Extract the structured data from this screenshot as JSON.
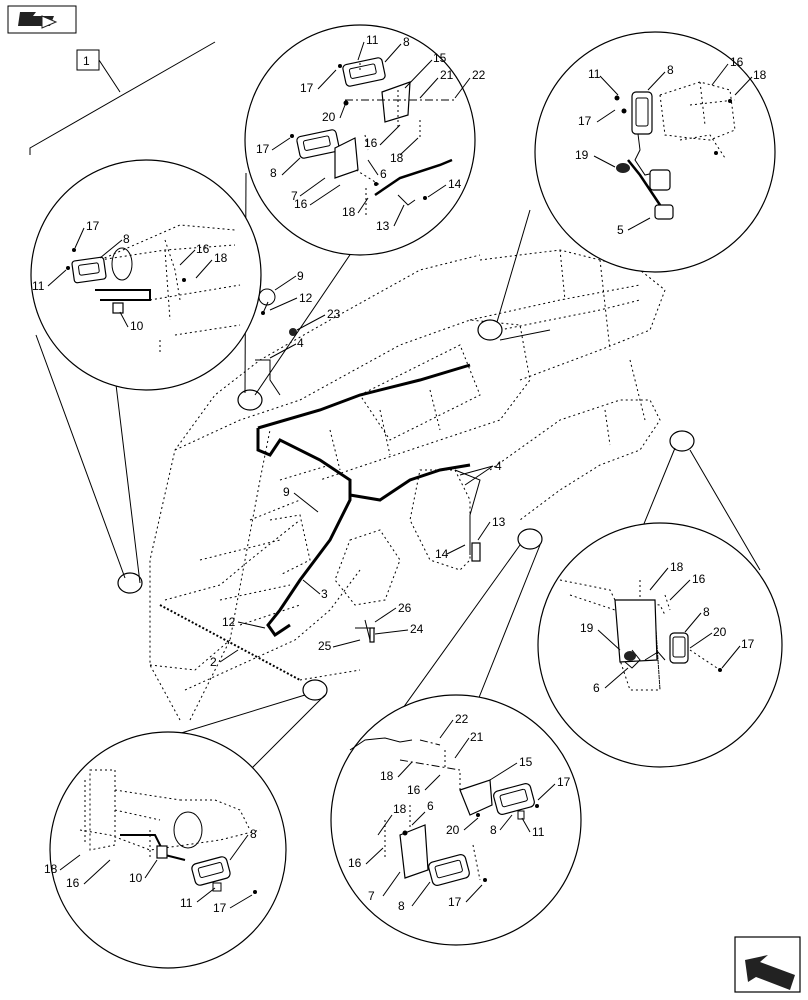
{
  "ref_box": "1",
  "callouts": {
    "c1": [
      "17",
      "8",
      "11",
      "10",
      "16",
      "18"
    ],
    "c2": [
      "11",
      "8",
      "17",
      "15",
      "21",
      "22",
      "20",
      "17",
      "16",
      "8",
      "18",
      "6",
      "7",
      "16",
      "18",
      "13",
      "14"
    ],
    "c3": [
      "11",
      "8",
      "16",
      "18",
      "17",
      "19",
      "5"
    ],
    "c4": [
      "18",
      "16",
      "19",
      "8",
      "20",
      "17",
      "6"
    ],
    "c5": [
      "22",
      "21",
      "18",
      "16",
      "15",
      "17",
      "18",
      "6",
      "20",
      "8",
      "11",
      "16",
      "7",
      "8",
      "17"
    ],
    "c6": [
      "8",
      "18",
      "16",
      "10",
      "11",
      "17"
    ]
  },
  "main_labels": [
    "9",
    "12",
    "23",
    "4",
    "4",
    "9",
    "13",
    "14",
    "3",
    "12",
    "2",
    "26",
    "24",
    "25"
  ],
  "icons": {
    "top": "view-orientation-icon",
    "bottom": "next-page-arrow-icon"
  }
}
